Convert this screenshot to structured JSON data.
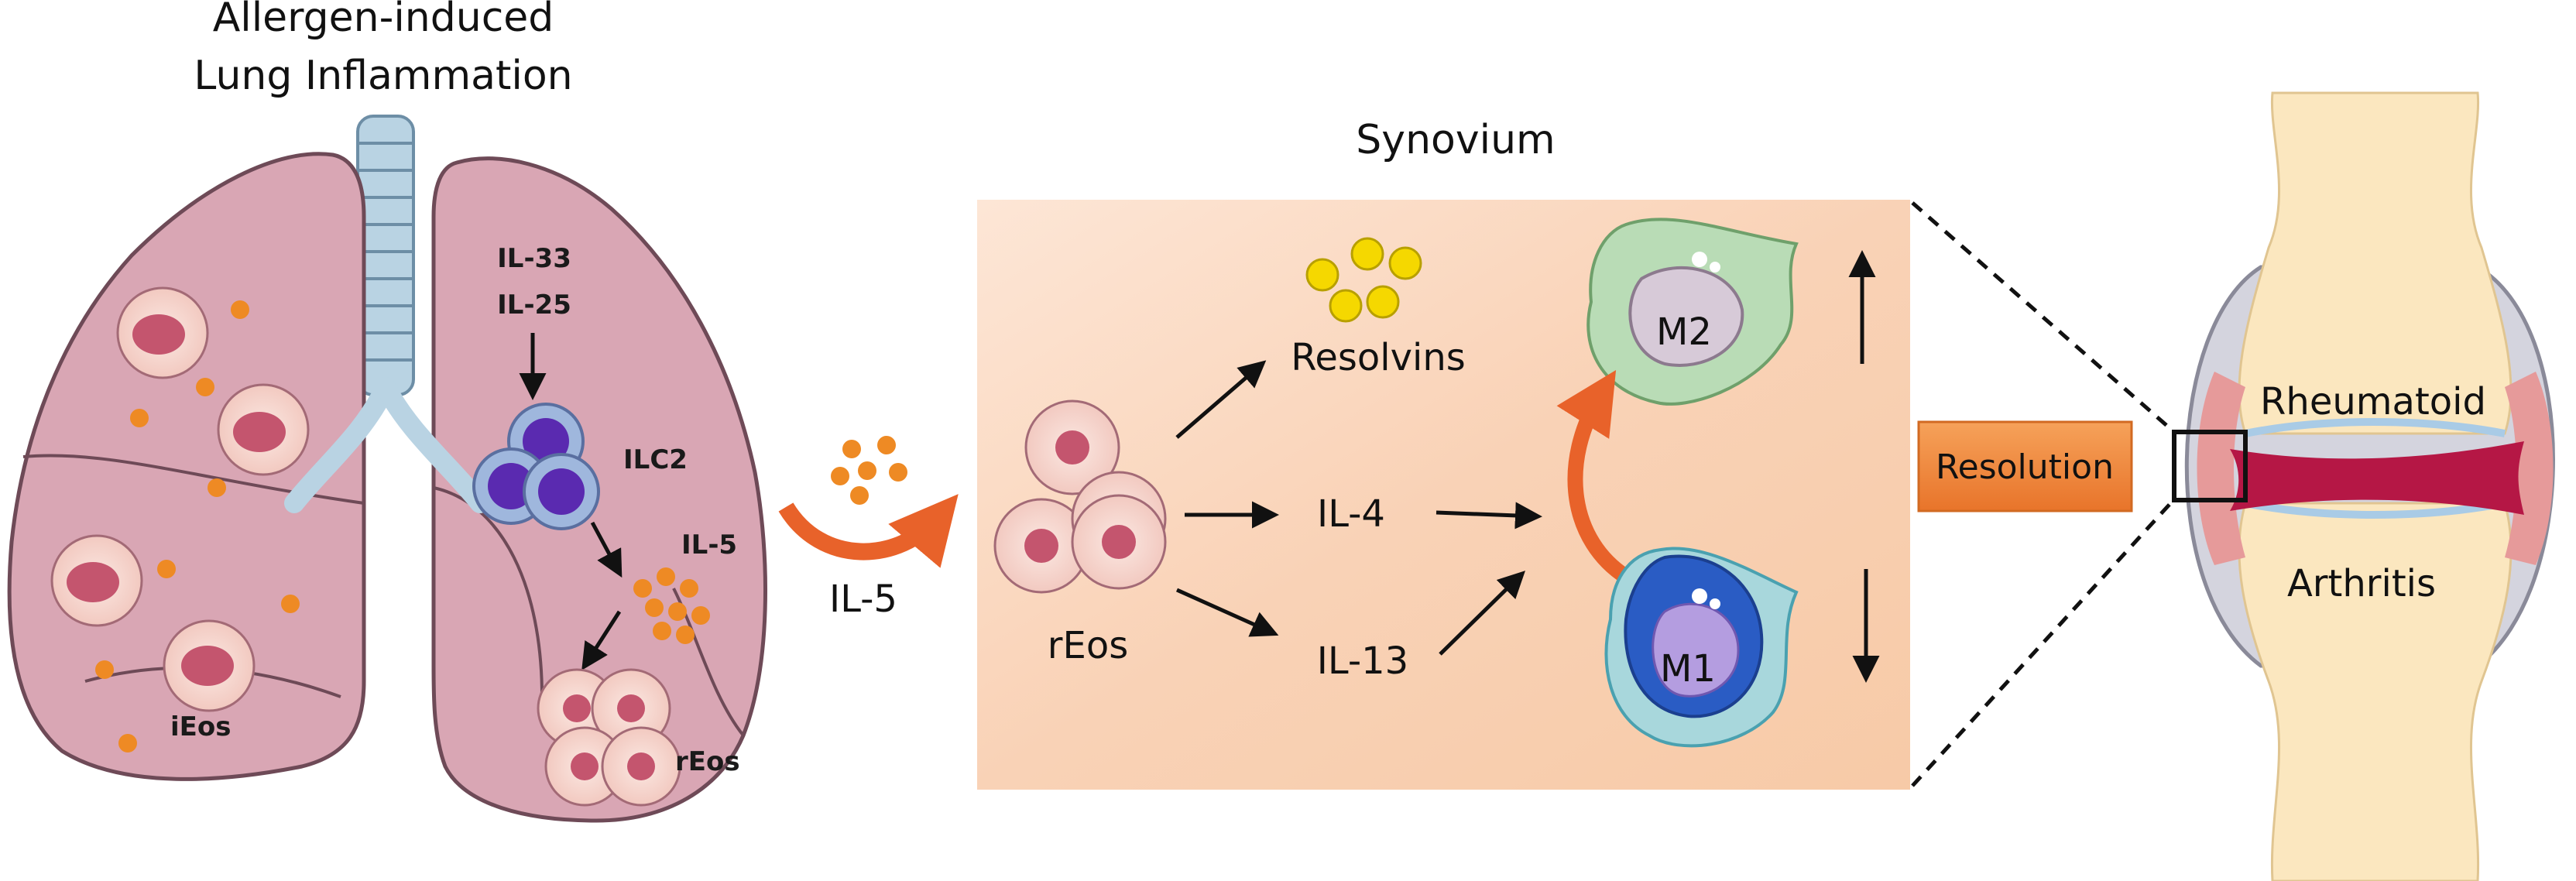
{
  "lung": {
    "title_line1": "Allergen-induced",
    "title_line2": "Lung Inflammation",
    "il33": "IL-33",
    "il25": "IL-25",
    "ilc2": "ILC2",
    "il5_small": "IL-5",
    "ieos": "iEos",
    "reos_small": "rEos"
  },
  "transfer": {
    "il5": "IL-5"
  },
  "synovium": {
    "title": "Synovium",
    "reos": "rEos",
    "resolvins": "Resolvins",
    "il4": "IL-4",
    "il13": "IL-13",
    "m2": "M2",
    "m1": "M1"
  },
  "joint": {
    "resolution": "Resolution",
    "rheumatoid": "Rheumatoid",
    "arthritis": "Arthritis"
  },
  "colors": {
    "lung_fill": "#d9a6b4",
    "eosinophil": "#f4d6d0",
    "granule_orange": "#ee8a24",
    "resolvin_yellow": "#f5d800",
    "m2_green": "#b9dcb6",
    "m1_blue": "#2a5cc4",
    "accent_arrow": "#e8622a",
    "resolution_box": "#f08a3c",
    "bone": "#fbe7bf",
    "synovium_panel": "#f6c7a3"
  }
}
